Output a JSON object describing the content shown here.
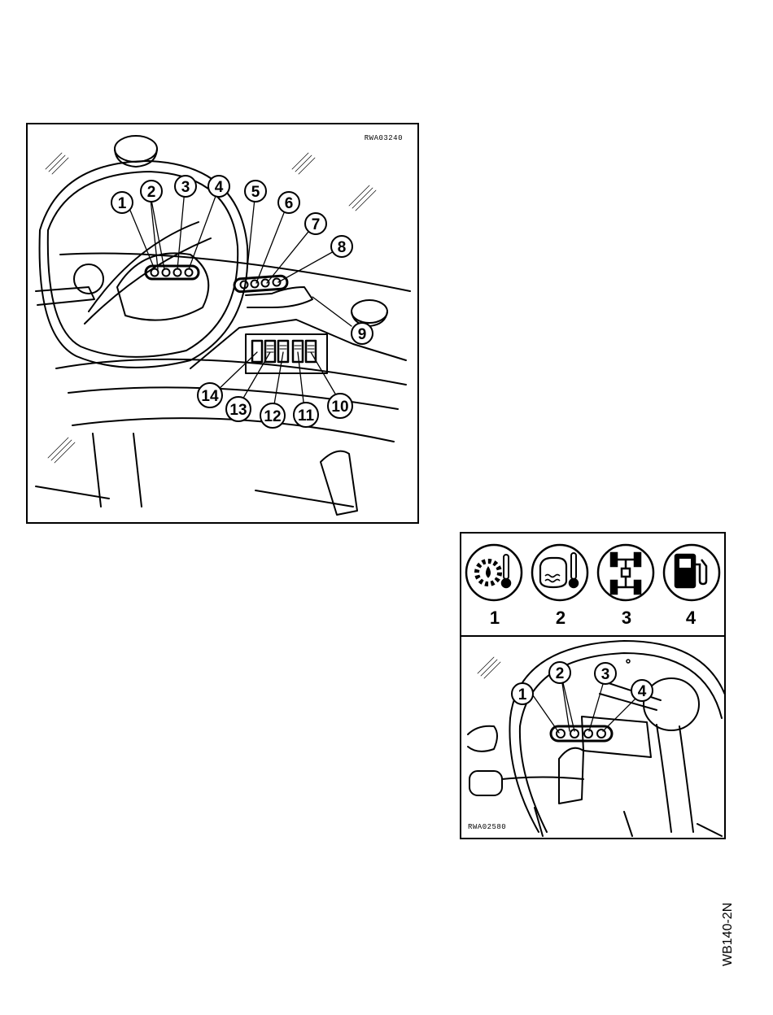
{
  "figure_main": {
    "code": "RWA03240",
    "callouts": [
      "1",
      "2",
      "3",
      "4",
      "5",
      "6",
      "7",
      "8",
      "9",
      "10",
      "11",
      "12",
      "13",
      "14"
    ]
  },
  "figure_indicators": {
    "code": "RWA02580",
    "icons": [
      {
        "number": "1",
        "icon": "transmission-oil-temperature-icon"
      },
      {
        "number": "2",
        "icon": "engine-coolant-temperature-icon"
      },
      {
        "number": "3",
        "icon": "four-wheel-drive-icon"
      },
      {
        "number": "4",
        "icon": "fuel-level-icon"
      }
    ],
    "callouts": [
      "1",
      "2",
      "3",
      "4"
    ]
  },
  "page": {
    "side_code": "WB140-2N"
  }
}
